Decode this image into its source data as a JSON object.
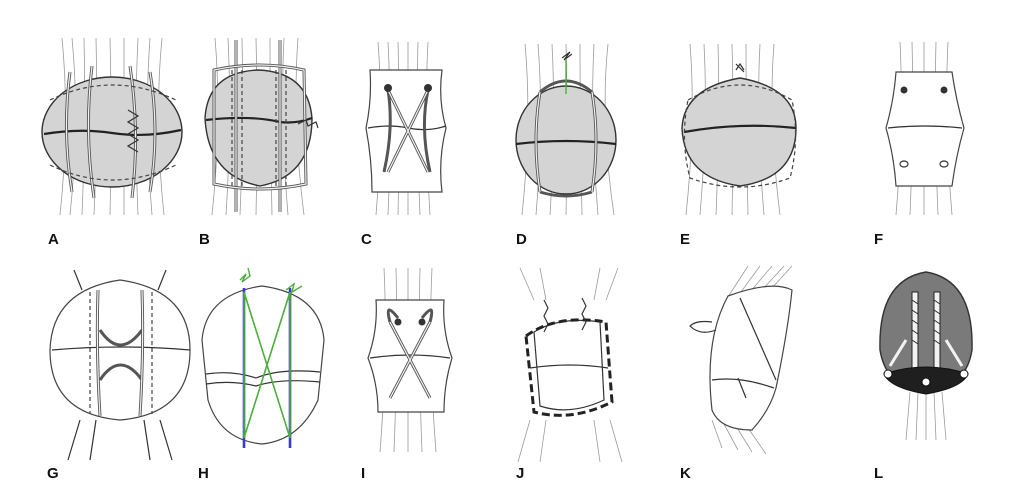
{
  "panels": [
    {
      "label": "A"
    },
    {
      "label": "B"
    },
    {
      "label": "C"
    },
    {
      "label": "D"
    },
    {
      "label": "E"
    },
    {
      "label": "F"
    },
    {
      "label": "G"
    },
    {
      "label": "H"
    },
    {
      "label": "I"
    },
    {
      "label": "J"
    },
    {
      "label": "K"
    },
    {
      "label": "L"
    }
  ],
  "colors": {
    "bone_fill": "#d4d4d4",
    "wire_green": "#4caf3c",
    "wire_blue": "#3a3ad0",
    "implant_dark": "#7a7a7a"
  }
}
